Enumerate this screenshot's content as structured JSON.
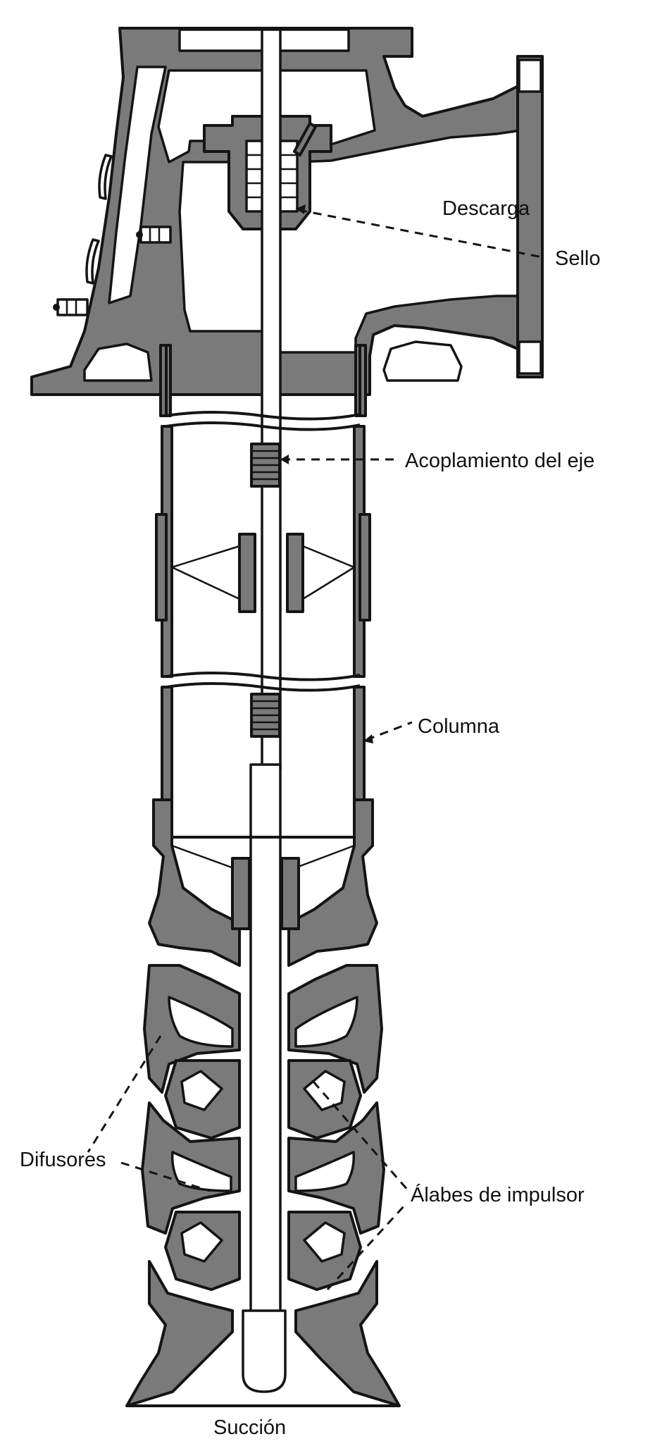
{
  "labels": {
    "descarga": "Descarga",
    "sello": "Sello",
    "acoplamiento": "Acoplamiento del eje",
    "columna": "Columna",
    "difusores": "Difusores",
    "alabes": "Álabes de impulsor",
    "succion": "Succión"
  },
  "colors": {
    "metal": "#7a7a7a",
    "ink": "#141414",
    "paper": "#ffffff"
  }
}
